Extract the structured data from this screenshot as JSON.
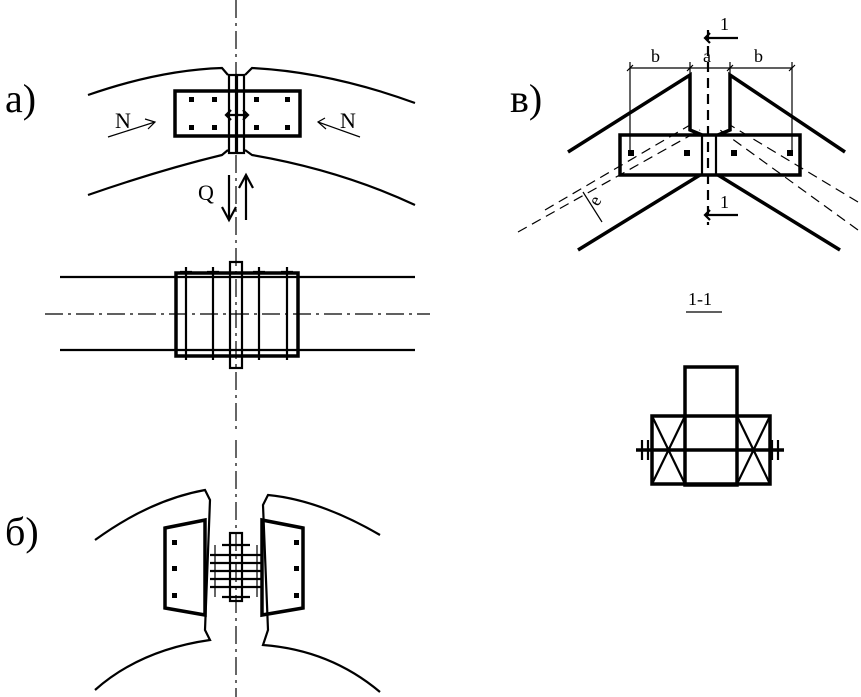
{
  "panels": {
    "a": {
      "label": "а)",
      "force_n_left": "N",
      "force_n_right": "N",
      "shear": "Q"
    },
    "b": {
      "label": "б)"
    },
    "v": {
      "label": "в)",
      "dim_b_left": "b",
      "dim_a": "a",
      "dim_b_right": "b",
      "dim_e": "e",
      "section_mark_top": "1",
      "section_mark_bottom": "1"
    }
  },
  "section": {
    "title": "1-1"
  }
}
